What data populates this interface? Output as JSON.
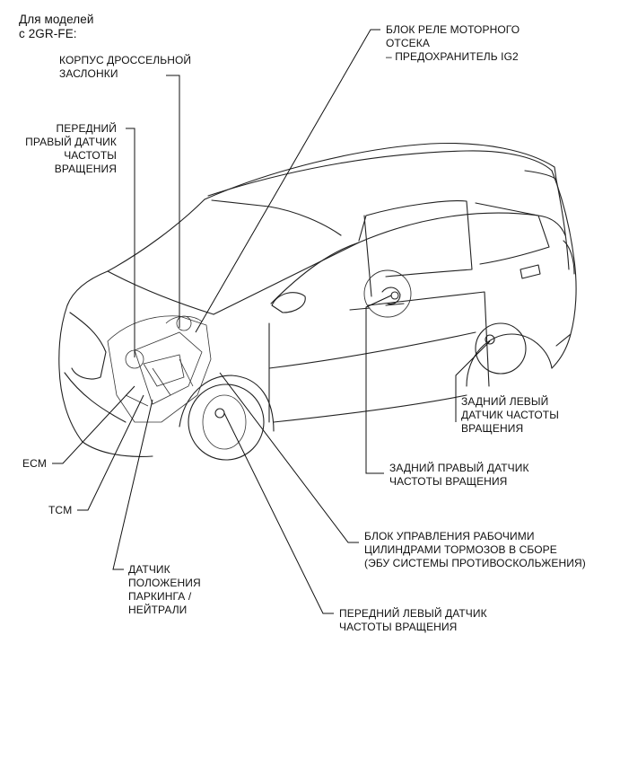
{
  "header": {
    "line1": "Для моделей",
    "line2": "с 2GR-FE:"
  },
  "labels": {
    "throttle_body": [
      "КОРПУС ДРОССЕЛЬНОЙ",
      "ЗАСЛОНКИ"
    ],
    "front_right_speed_sensor": [
      "ПЕРЕДНИЙ",
      "ПРАВЫЙ ДАТЧИК",
      "ЧАСТОТЫ",
      "ВРАЩЕНИЯ"
    ],
    "engine_relay_block": [
      "БЛОК РЕЛЕ МОТОРНОГО",
      "ОТСЕКА",
      "– ПРЕДОХРАНИТЕЛЬ IG2"
    ],
    "rear_left_speed_sensor": [
      "ЗАДНИЙ ЛЕВЫЙ",
      "ДАТЧИК ЧАСТОТЫ",
      "ВРАЩЕНИЯ"
    ],
    "rear_right_speed_sensor": [
      "ЗАДНИЙ ПРАВЫЙ ДАТЧИК",
      "ЧАСТОТЫ ВРАЩЕНИЯ"
    ],
    "ecm": [
      "ECM"
    ],
    "tcm": [
      "TCM"
    ],
    "brake_actuator": [
      "БЛОК УПРАВЛЕНИЯ РАБОЧИМИ",
      "ЦИЛИНДРАМИ ТОРМОЗОВ В СБОРЕ",
      "(ЭБУ СИСТЕМЫ ПРОТИВОСКОЛЬЖЕНИЯ)"
    ],
    "park_neutral_switch": [
      "ДАТЧИК",
      "ПОЛОЖЕНИЯ",
      "ПАРКИНГА /",
      "НЕЙТРАЛИ"
    ],
    "front_left_speed_sensor": [
      "ПЕРЕДНИЙ ЛЕВЫЙ ДАТЧИК",
      "ЧАСТОТЫ ВРАЩЕНИЯ"
    ]
  }
}
